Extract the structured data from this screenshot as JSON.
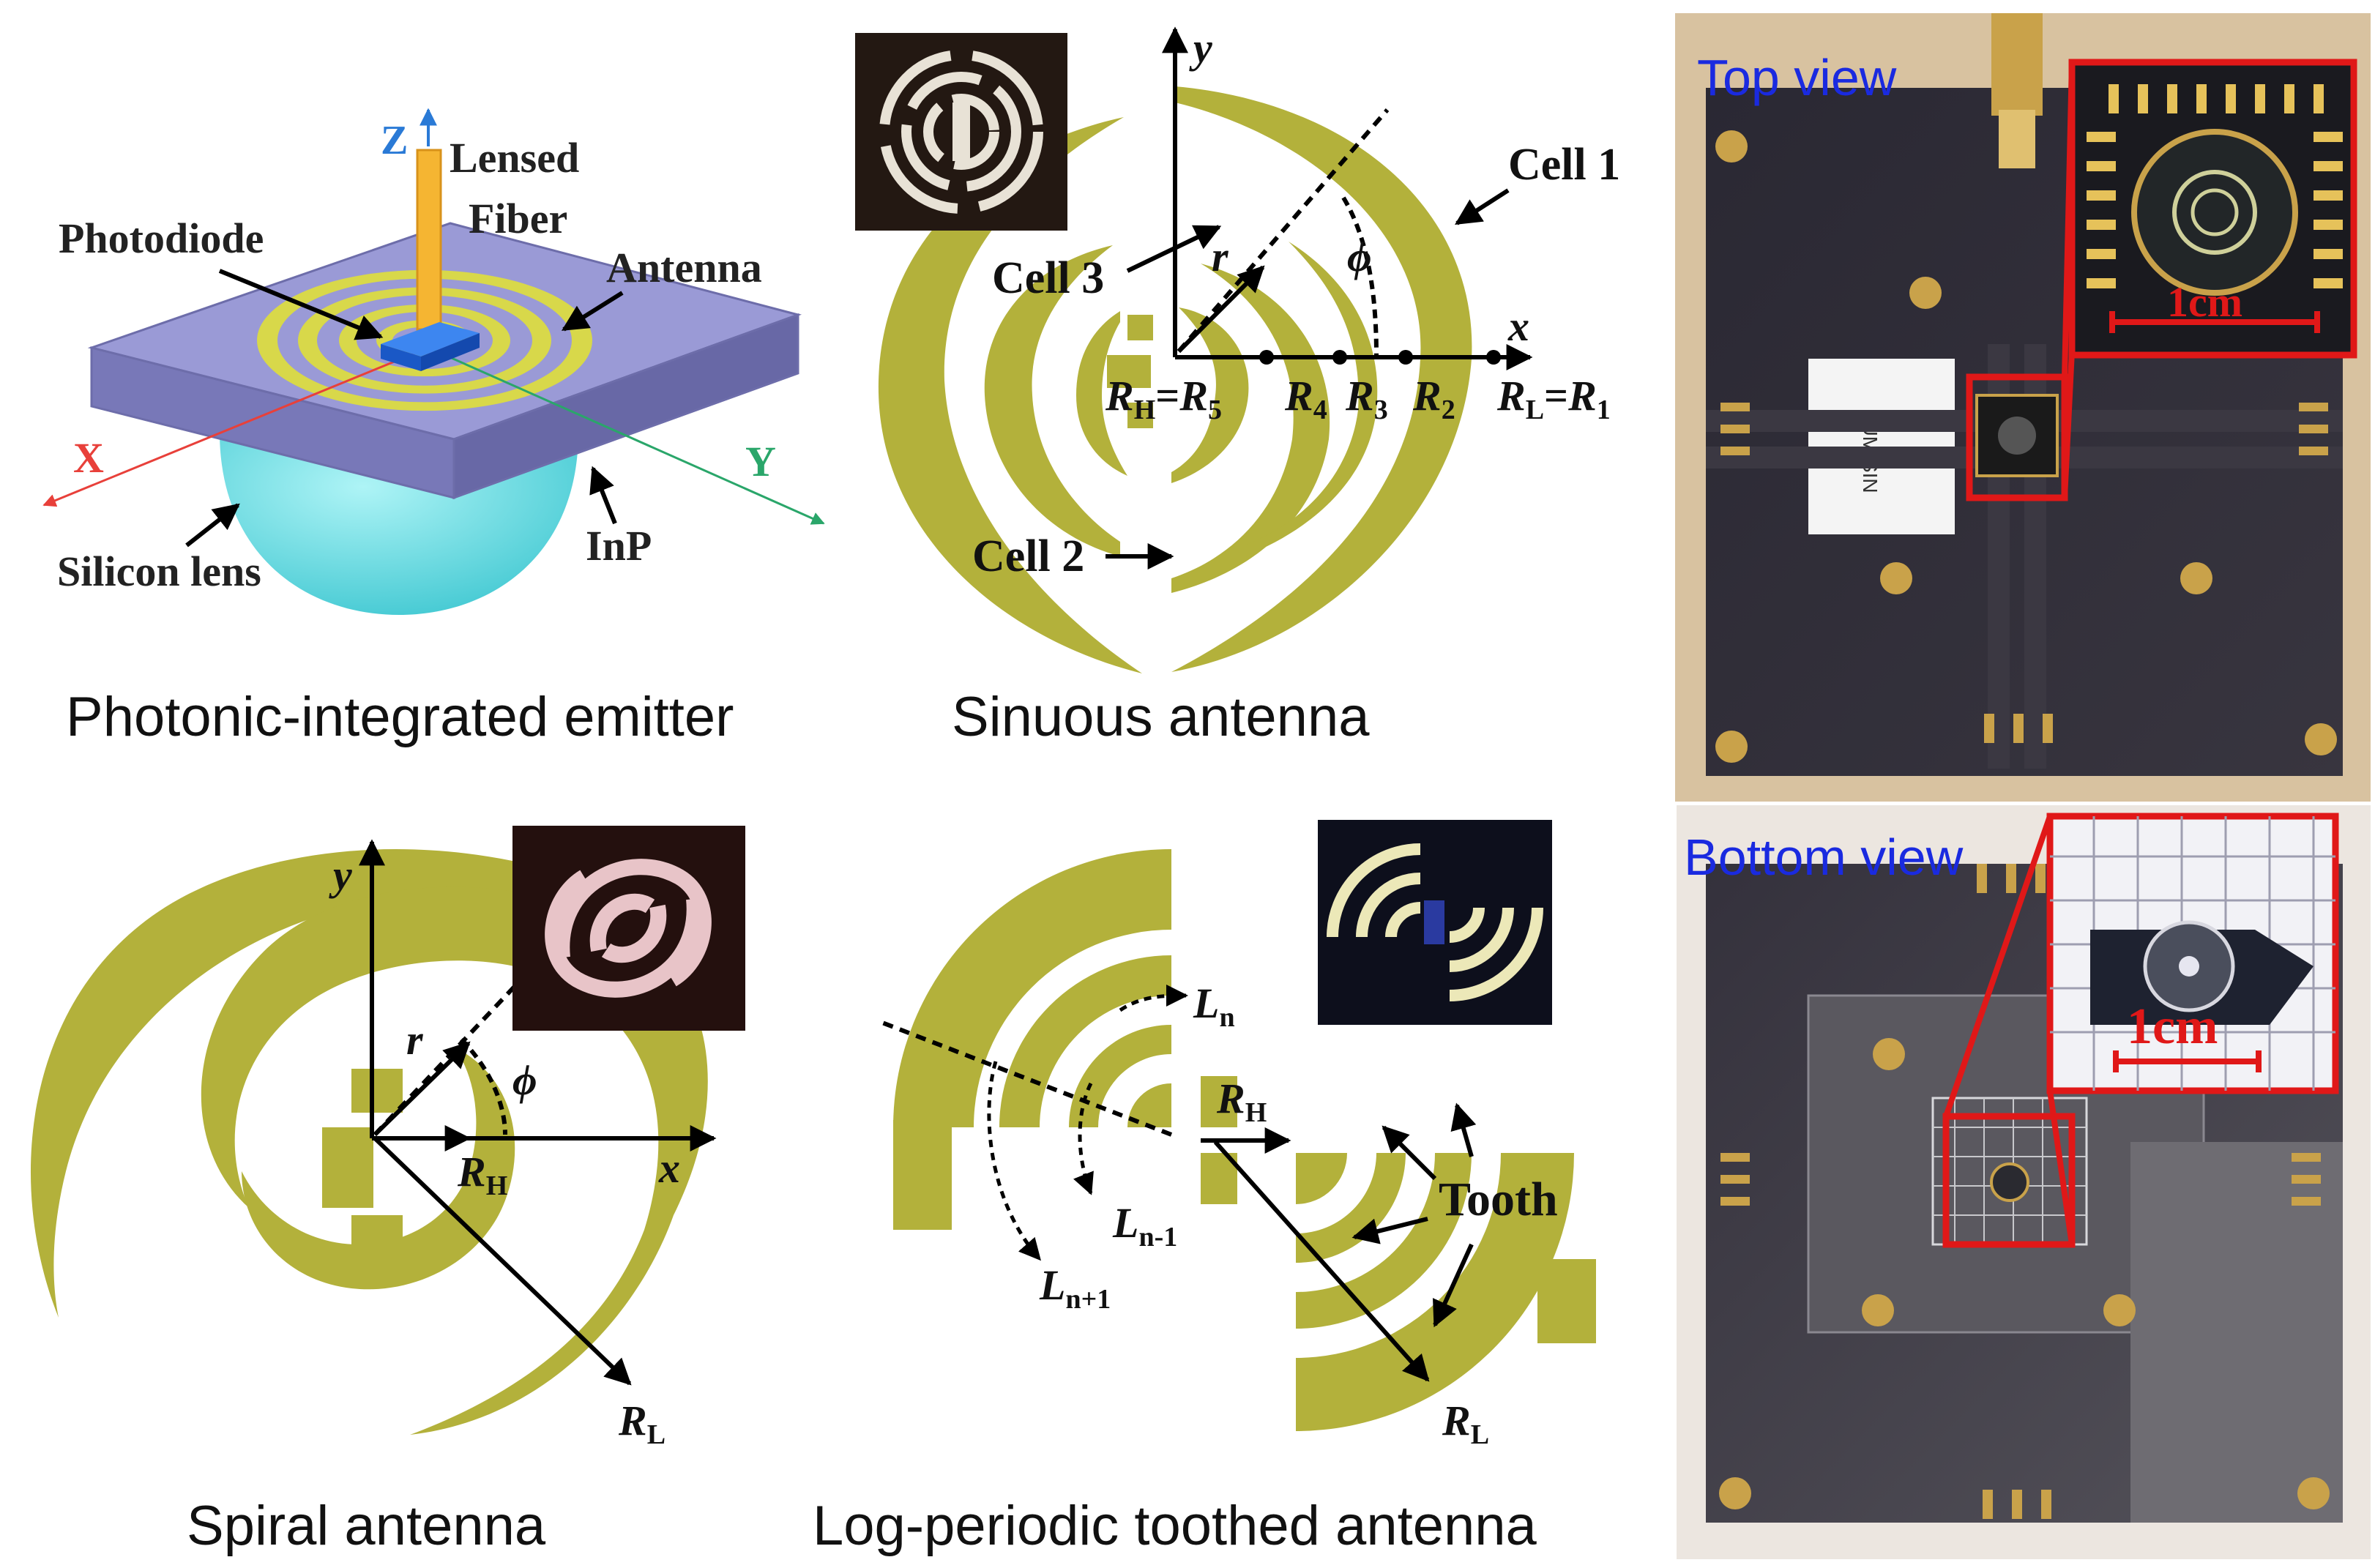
{
  "colors": {
    "antenna_gold": "#b3b13b",
    "substrate_purple": "#8c8cc8",
    "lens_cyan": "#5ad6dc",
    "fiber_orange": "#f5b532",
    "diode_blue": "#1e64d6",
    "axis_x_red": "#e8403a",
    "axis_y_green": "#2aa66a",
    "axis_z_blue": "#2a7ad6",
    "callout_red": "#e01818",
    "view_label_blue": "#1a2ae0",
    "pcb_dark": "#2c2a33"
  },
  "captions": {
    "emitter": "Photonic-integrated emitter",
    "sinuous": "Sinuous antenna",
    "spiral": "Spiral antenna",
    "logperiodic": "Log-periodic toothed antenna"
  },
  "emitter": {
    "z": "Z",
    "lensed": "Lensed",
    "fiber": "Fiber",
    "photodiode": "Photodiode",
    "antenna": "Antenna",
    "x": "X",
    "y": "Y",
    "silicon_lens": "Silicon lens",
    "inp": "InP"
  },
  "sinuous": {
    "y": "y",
    "x": "x",
    "cell1": "Cell 1",
    "cell2": "Cell 2",
    "cell3": "Cell 3",
    "r": "r",
    "phi": "ϕ",
    "rh": "R",
    "rh_sub": "H",
    "eq": "=",
    "r5": "R",
    "r5_sub": "5",
    "r4": "R",
    "r4_sub": "4",
    "r3": "R",
    "r3_sub": "3",
    "r2": "R",
    "r2_sub": "2",
    "rl": "R",
    "rl_sub": "L",
    "r1": "R",
    "r1_sub": "1"
  },
  "spiral": {
    "y": "y",
    "x": "x",
    "r": "r",
    "phi": "ϕ",
    "rh": "R",
    "rh_sub": "H",
    "rl": "R",
    "rl_sub": "L"
  },
  "logperiodic": {
    "ln": "L",
    "ln_sub": "n",
    "ln1": "L",
    "ln1_sub": "n-1",
    "lnp": "L",
    "lnp_sub": "n+1",
    "rh": "R",
    "rh_sub": "H",
    "tooth": "Tooth",
    "rl": "R",
    "rl_sub": "L"
  },
  "photos": {
    "top_view": "Top view",
    "bottom_view": "Bottom view",
    "scale_top": "1cm",
    "scale_bottom": "1cm",
    "sticker": "5UM SIN"
  }
}
